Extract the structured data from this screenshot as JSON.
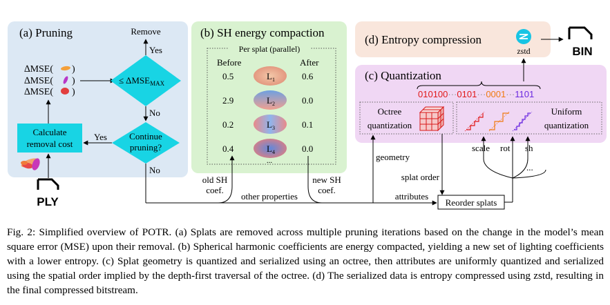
{
  "pruning": {
    "title": "(a) Pruning",
    "mse_lines": [
      "∆MSE(",
      "∆MSE(",
      "∆MSE("
    ],
    "close_paren": ")",
    "remove": "Remove",
    "yes": "Yes",
    "no": "No",
    "yes2": "Yes",
    "no2": "No",
    "threshold_prefix": "≤ ∆MSE",
    "threshold_sub": "MAX",
    "continue_lines": [
      "Continue",
      "pruning?"
    ],
    "calc_lines": [
      "Calculate",
      "removal cost"
    ],
    "ply_label": "PLY"
  },
  "sh": {
    "title": "(b) SH energy compaction",
    "per_splat": "Per splat (parallel)",
    "before": "Before",
    "after": "After",
    "rows": [
      {
        "before": "0.5",
        "label": "L",
        "sub": "1",
        "after": "0.6"
      },
      {
        "before": "2.9",
        "label": "L",
        "sub": "2",
        "after": "0.0"
      },
      {
        "before": "0.2",
        "label": "L",
        "sub": "3",
        "after": "0.1"
      },
      {
        "before": "0.4",
        "label": "L",
        "sub": "4",
        "after": "0.0"
      }
    ],
    "ellipsis": "...",
    "old_coef_lines": [
      "old SH",
      "coef."
    ],
    "new_coef_lines": [
      "new SH",
      "coef."
    ],
    "other_properties": "other properties"
  },
  "entropy": {
    "title": "(d) Entropy compression",
    "zstd": "zstd",
    "bin_label": "BIN"
  },
  "quant": {
    "title": "(c) Quantization",
    "bits": [
      "010100",
      "0101",
      "0001",
      "1101"
    ],
    "bit_sep": "···",
    "octree_lines": [
      "Octree",
      "quantization"
    ],
    "uniform_lines": [
      "Uniform",
      "quantization"
    ],
    "geometry": "geometry",
    "splat_order": "splat order",
    "attributes": "attributes",
    "scale": "scale",
    "rot": "rot",
    "sh": "sh",
    "dots": "...",
    "reorder": "Reorder splats"
  },
  "caption": "Fig. 2:  Simplified overview of POTR. (a) Splats are removed across multiple pruning iterations based on the change in the model’s mean square error (MSE) upon their removal. (b) Spherical harmonic coefficients are energy compacted, yielding a new set of lighting coefficients with a lower entropy. (c) Splat geometry is quantized and serialized using an octree, then attributes are uniformly quantized and serialized using the spatial order implied by the depth-first traversal of the octree. (d) The serialized data is entropy compressed using zstd, resulting in the final compressed bitstream.",
  "colors": {
    "pruning_bg": "#dce8f4",
    "sh_bg": "#d9f2d0",
    "entropy_bg": "#f9e6dc",
    "quant_bg": "#f0d7f4",
    "cyan": "#18d4e4",
    "bit_red": "#e01818",
    "bit_orange": "#f07a10",
    "bit_purple": "#6a28e0"
  }
}
